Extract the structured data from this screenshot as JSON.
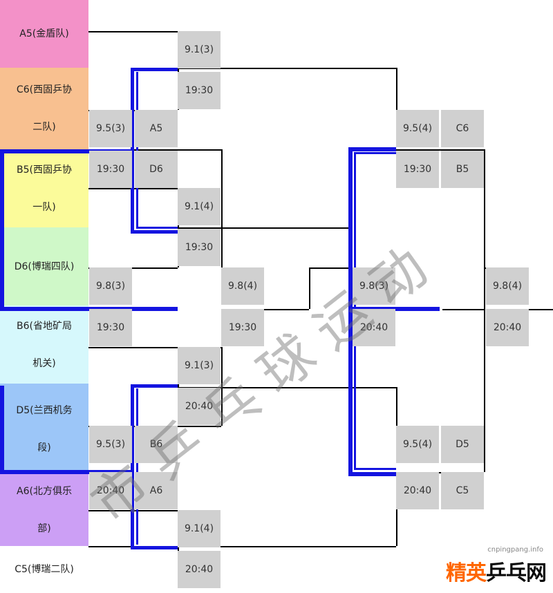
{
  "teams": [
    {
      "id": "A5",
      "lines": [
        "A5(金盾队)"
      ],
      "color": "#f391c8"
    },
    {
      "id": "C6",
      "lines": [
        "C6(西固乒协",
        "二队)"
      ],
      "color": "#f8c090"
    },
    {
      "id": "B5",
      "lines": [
        "B5(西固乒协",
        "一队)"
      ],
      "color": "#fbfb9a"
    },
    {
      "id": "D6",
      "lines": [
        "D6(博瑞四队)"
      ],
      "color": "#cff8c8"
    },
    {
      "id": "B6",
      "lines": [
        "B6(省地矿局",
        "机关)"
      ],
      "color": "#d6f8fc"
    },
    {
      "id": "D5",
      "lines": [
        "D5(兰西机务",
        "段)"
      ],
      "color": "#9cc6f8"
    },
    {
      "id": "A6",
      "lines": [
        "A6(北方俱乐",
        "部)"
      ],
      "color": "#cc9ff5"
    },
    {
      "id": "C5",
      "lines": [
        "C5(博瑞二队)"
      ],
      "color": "#ffffff"
    }
  ],
  "cells": [
    "9.1(3)",
    "19:30",
    "9.5(3)",
    "A5",
    "19:30",
    "D6",
    "9.1(4)",
    "19:30",
    "9.8(3)",
    "19:30",
    "9.8(4)",
    "19:30",
    "9.1(3)",
    "20:40",
    "9.5(3)",
    "B6",
    "20:40",
    "A6",
    "9.1(4)",
    "20:40",
    "9.5(4)",
    "C6",
    "19:30",
    "B5",
    "9.8(3)",
    "20:40",
    "9.5(4)",
    "D5",
    "20:40",
    "C5",
    "9.8(4)",
    "20:40"
  ],
  "watermark": {
    "text": "市乒乓球运动",
    "url": "cnpingpang.info",
    "brand_a": "精英",
    "brand_b": "乒乓网"
  }
}
